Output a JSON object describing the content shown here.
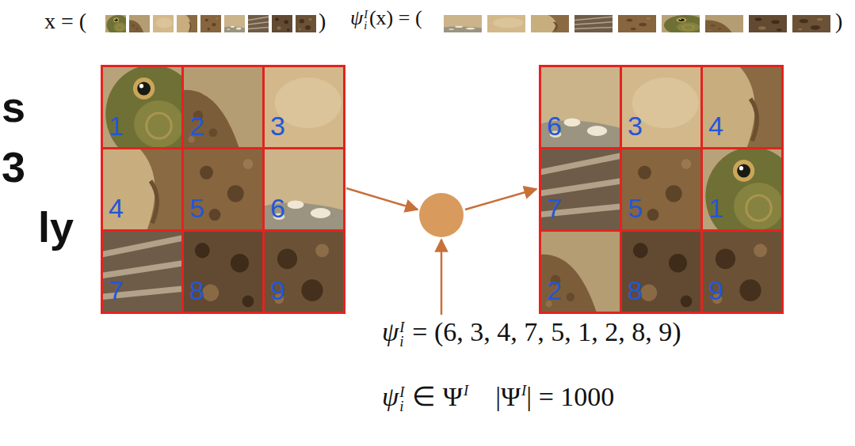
{
  "diagram": {
    "nodes": [
      {
        "text": [
          "1"
        ]
      },
      {
        "text": [
          "2"
        ]
      },
      {
        "text": [
          "3"
        ]
      },
      {
        "text": [
          "4"
        ]
      },
      {
        "text": [
          "5"
        ]
      },
      {
        "text": [
          "6"
        ]
      },
      {
        "text": [
          "7"
        ]
      },
      {
        "text": [
          "8"
        ]
      },
      {
        "text": [
          "9"
        ]
      },
      {
        "text": [
          "6"
        ]
      },
      {
        "text": [
          "3"
        ]
      },
      {
        "text": [
          "4"
        ]
      },
      {
        "text": [
          "7"
        ]
      },
      {
        "text": [
          "5"
        ]
      },
      {
        "text": [
          "1"
        ]
      },
      {
        "text": [
          "2"
        ]
      },
      {
        "text": [
          "8"
        ]
      },
      {
        "text": [
          "9"
        ]
      }
    ],
    "labels": [
      "s",
      "3",
      "ly",
      "x = (",
      ")",
      "ψ",
      "I",
      "i",
      "(x) = (",
      ")",
      "ψ",
      "I",
      "i",
      "= (6, 3, 4, 7, 5, 1, 2, 8, 9)",
      "ψ",
      "I",
      "i",
      "∈ Ψ",
      "I",
      "|Ψ",
      "I",
      "| = 1000"
    ]
  }
}
